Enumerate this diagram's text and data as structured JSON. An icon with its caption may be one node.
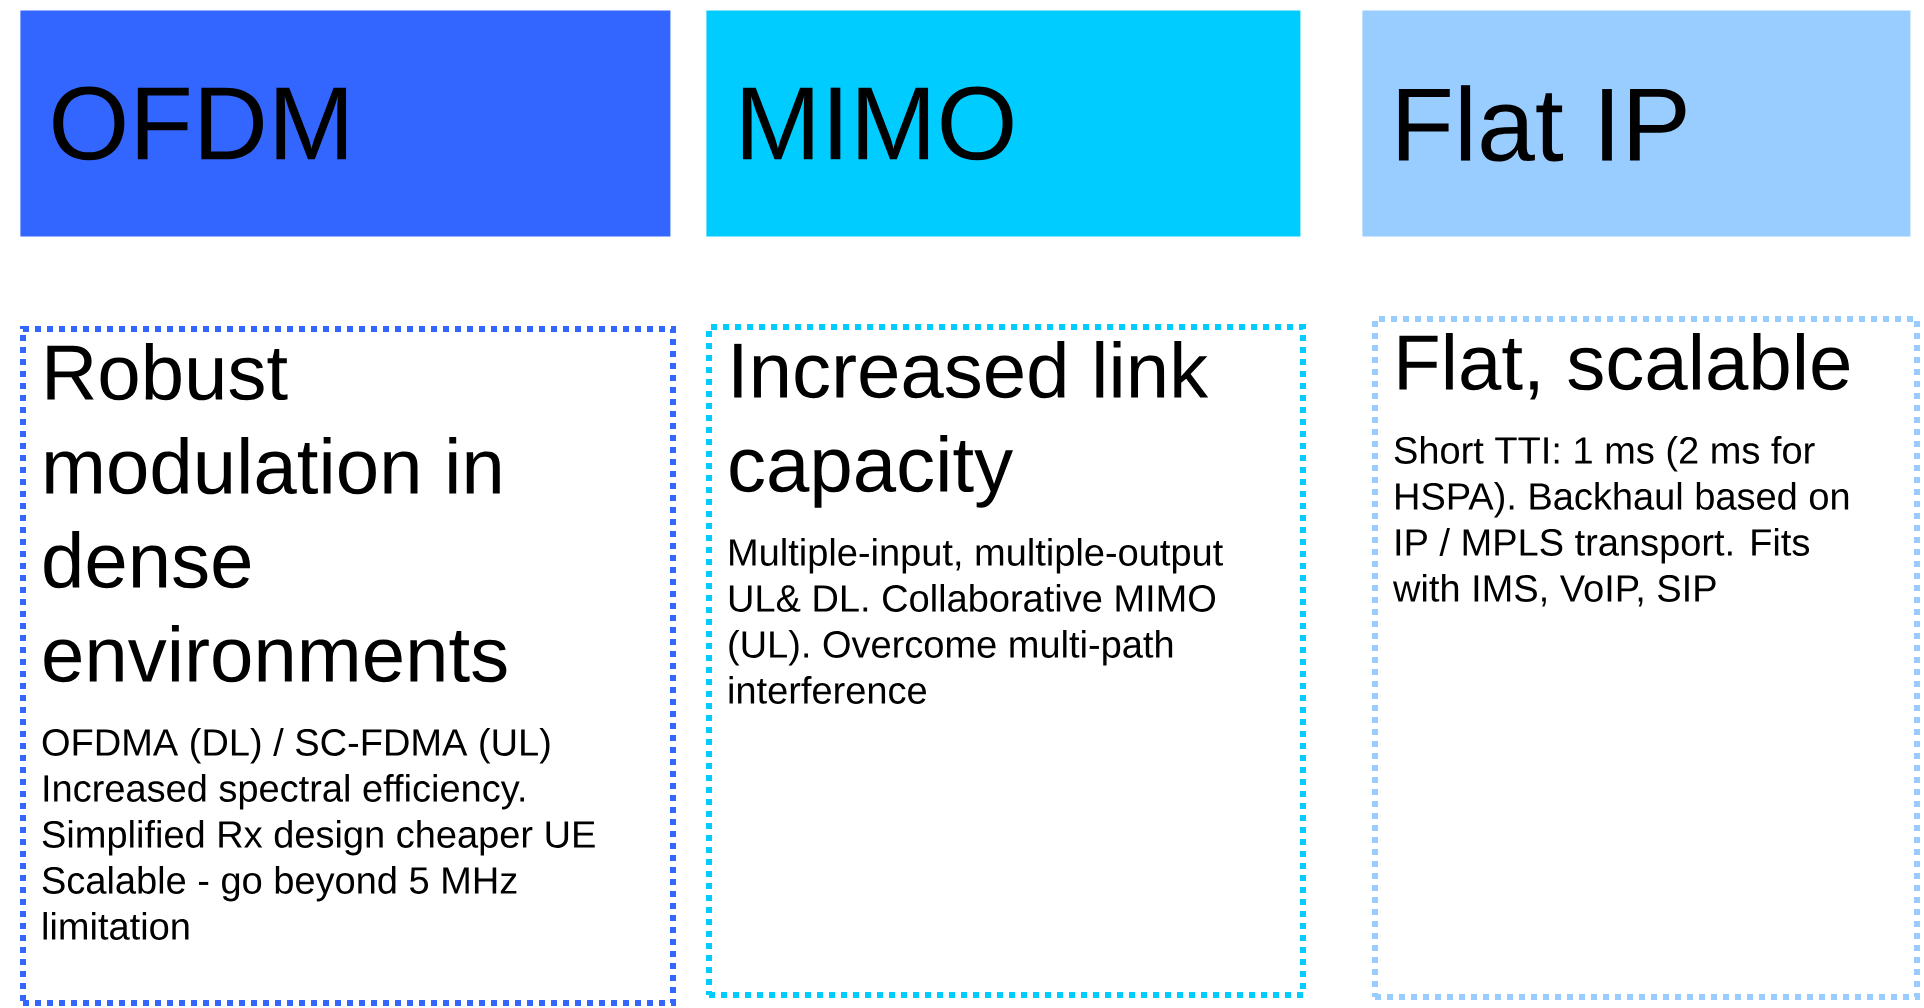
{
  "diagram": {
    "nodes": [
      {
        "text": [
          "OFDM"
        ]
      },
      {
        "text": [
          "MIMO"
        ]
      },
      {
        "text": [
          "Flat IP"
        ]
      },
      {
        "text": [
          "Robust modulation in dense environments",
          "OFDMA (DL) / SC-FDMA (UL) Increased spectral efficiency. Simplified Rx design cheaper UE Scalable - go beyond 5 MHz limitation"
        ]
      },
      {
        "text": [
          "Increased link capacity",
          "Multiple-input, multiple-output UL& DL. Collaborative MIMO (UL). Overcome multi-path interference"
        ]
      },
      {
        "text": [
          "Flat, scalable",
          "Short TTI: 1 ms (2 ms for HSPA). Backhaul based on IP / MPLS transport. Fits with IMS, VoIP, SIP"
        ]
      }
    ]
  }
}
